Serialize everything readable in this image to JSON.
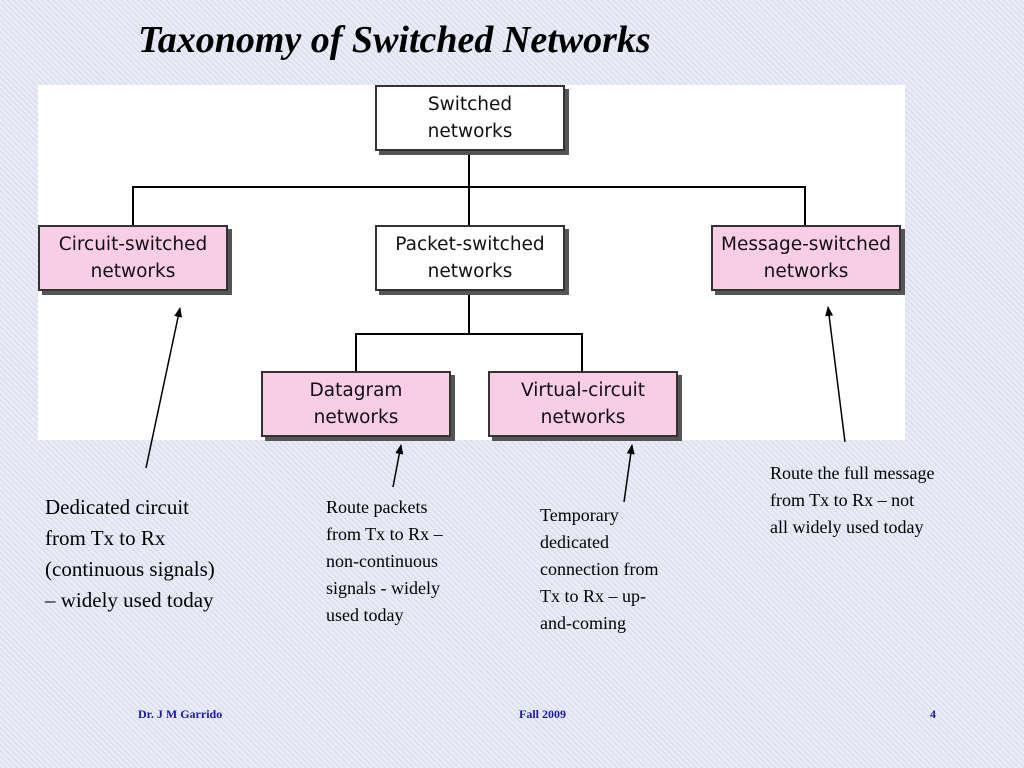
{
  "slide": {
    "title": "Taxonomy of Switched Networks"
  },
  "diagram": {
    "root": {
      "line1": "Switched",
      "line2": "networks"
    },
    "circuit": {
      "line1": "Circuit-switched",
      "line2": "networks"
    },
    "packet": {
      "line1": "Packet-switched",
      "line2": "networks"
    },
    "message": {
      "line1": "Message-switched",
      "line2": "networks"
    },
    "datagram": {
      "line1": "Datagram",
      "line2": "networks"
    },
    "virtual": {
      "line1": "Virtual-circuit",
      "line2": "networks"
    }
  },
  "notes": {
    "circuit": [
      "Dedicated circuit",
      "from Tx to Rx",
      "(continuous signals)",
      "– widely used today"
    ],
    "datagram": [
      "Route packets",
      "from Tx to Rx –",
      "non-continuous",
      "signals - widely",
      "used today"
    ],
    "virtual": [
      "Temporary",
      "dedicated",
      "connection from",
      "Tx to Rx – up-",
      "and-coming"
    ],
    "message": [
      "Route the full message",
      "from Tx to Rx – not",
      "all widely used today"
    ]
  },
  "footer": {
    "author": "Dr.  J M Garrido",
    "term": "Fall 2009",
    "page": "4"
  },
  "colors": {
    "accent_pink": "#f9cde5",
    "footer_blue": "#1a1aa8"
  }
}
